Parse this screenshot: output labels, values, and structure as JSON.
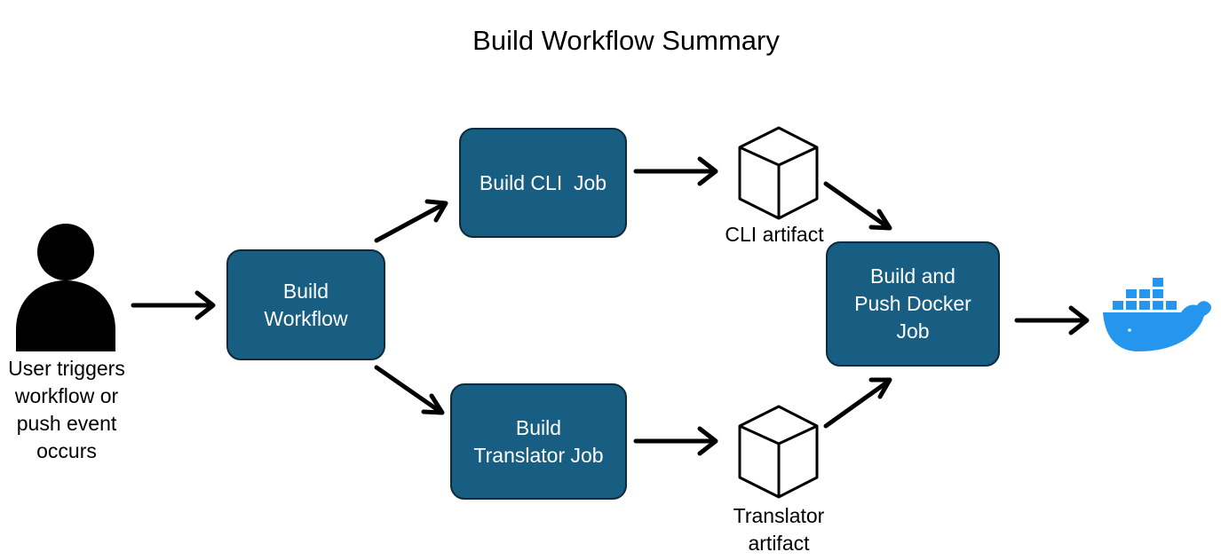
{
  "title": "Build Workflow Summary",
  "actor": {
    "icon": "user-icon",
    "label_lines": [
      "User triggers",
      "workflow or",
      "push event",
      "occurs"
    ]
  },
  "jobs": {
    "build_workflow": [
      "Build",
      "Workflow"
    ],
    "build_cli": [
      "Build CLI  Job"
    ],
    "build_translator": [
      "Build",
      "Translator Job"
    ],
    "build_push_docker": [
      "Build and",
      "Push Docker",
      "Job"
    ]
  },
  "artifacts": {
    "cli": {
      "icon": "cube-icon",
      "label_lines": [
        "CLI artifact"
      ]
    },
    "translator": {
      "icon": "cube-icon",
      "label_lines": [
        "Translator",
        "artifact"
      ]
    }
  },
  "destination": {
    "icon": "docker-whale-icon"
  },
  "colors": {
    "job_fill": "#175e82",
    "job_border": "#0f2a3a",
    "job_text": "#ffffff",
    "docker_blue": "#2496ed",
    "arrow": "#000000"
  }
}
